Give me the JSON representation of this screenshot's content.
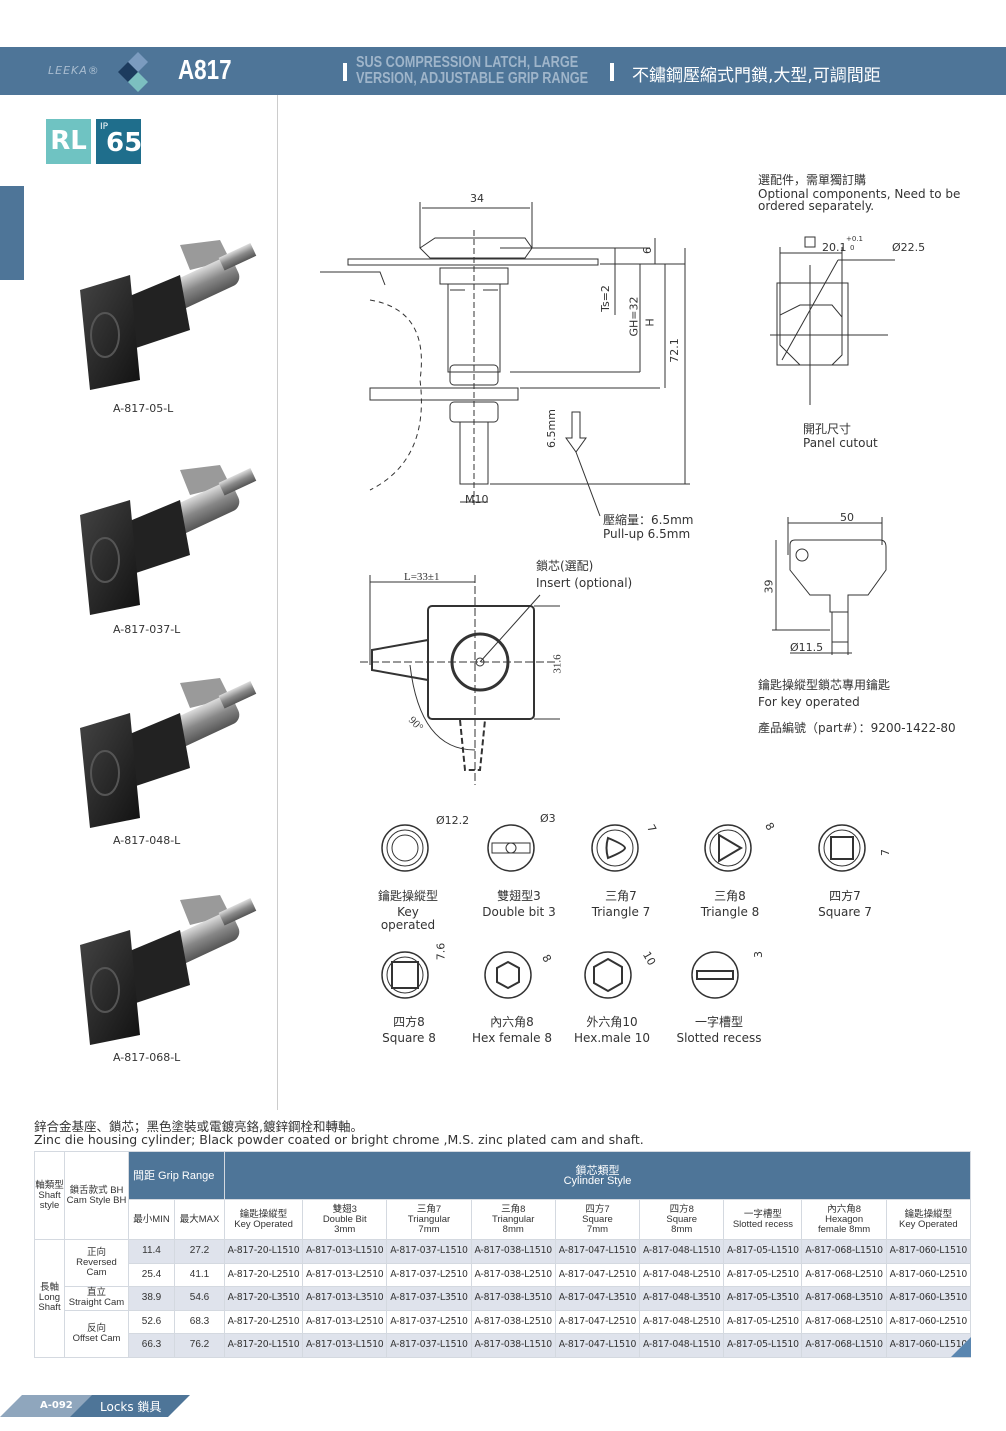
{
  "header": {
    "brand": "LEEKA®",
    "model": "A817",
    "title_en_line1": "SUS COMPRESSION LATCH, LARGE",
    "title_en_line2": "VERSION, ADJUSTABLE GRIP RANGE",
    "title_cn": "不鏽鋼壓縮式門鎖,大型,可調間距"
  },
  "badges": {
    "rl": "RL",
    "ip_prefix": "IP",
    "ip_value": "65"
  },
  "products": [
    {
      "label": "A-817-05-L"
    },
    {
      "label": "A-817-037-L"
    },
    {
      "label": "A-817-048-L"
    },
    {
      "label": "A-817-068-L"
    }
  ],
  "drawing_side": {
    "dim_width": "34",
    "dim_6": "6",
    "dim_ts": "Ts=2",
    "dim_gh": "GH=32",
    "dim_h": "H",
    "dim_total": "72.1",
    "dim_stroke": "6.5mm",
    "dim_thread": "M10",
    "pullup_cn": "壓縮量：6.5mm",
    "pullup_en": "Pull-up 6.5mm"
  },
  "drawing_front": {
    "dim_length": "L=33±1",
    "dim_height": "31.6",
    "angle": "90°",
    "insert_cn": "鎖芯(選配)",
    "insert_en": "Insert (optional)"
  },
  "optional": {
    "note_cn": "選配件，需單獨訂購",
    "note_en1": "Optional components, Need to be",
    "note_en2": "ordered separately.",
    "dim_square": "20.1",
    "tol_upper": "+0.1",
    "tol_lower": "0",
    "dim_diameter": "Ø22.5",
    "cutout_cn": "開孔尺寸",
    "cutout_en": "Panel cutout"
  },
  "key": {
    "dim_width": "50",
    "dim_height": "39",
    "dim_diameter": "Ø11.5",
    "desc_cn": "鑰匙操縱型鎖芯專用鑰匙",
    "desc_en": "For key operated",
    "part_label": "產品編號（part#）：",
    "part_number": "9200-1422-80"
  },
  "inserts": [
    {
      "cn": "鑰匙操縱型",
      "en": "Key operated",
      "dim": "Ø12.2"
    },
    {
      "cn": "雙翅型3",
      "en": "Double bit 3",
      "dim": "Ø3"
    },
    {
      "cn": "三角7",
      "en": "Triangle 7",
      "dim": "7"
    },
    {
      "cn": "三角8",
      "en": "Triangle 8",
      "dim": "8"
    },
    {
      "cn": "四方7",
      "en": "Square 7",
      "dim": "7"
    },
    {
      "cn": "四方8",
      "en": "Square 8",
      "dim": "7.6"
    },
    {
      "cn": "內六角8",
      "en": "Hex female 8",
      "dim": "8"
    },
    {
      "cn": "外六角10",
      "en": "Hex.male 10",
      "dim": "10"
    },
    {
      "cn": "一字槽型",
      "en": "Slotted recess",
      "dim": "3"
    }
  ],
  "material": {
    "cn": "鋅合金基座、鎖芯；黑色塗裝或電鍍亮鉻,鍍鋅鋼栓和轉軸。",
    "en": "Zinc die  housing cylinder; Black powder coated or bright chrome ,M.S. zinc plated cam and shaft."
  },
  "table": {
    "shaft_header_cn": "軸類型",
    "shaft_header_en": "Shaft style",
    "cam_header_cn": "鎖舌款式 BH",
    "cam_header_en": "Cam Style BH",
    "grip_header": "間距 Grip Range",
    "cylinder_header_cn": "鎖芯類型",
    "cylinder_header_en": "Cylinder Style",
    "min_label": "最小MIN",
    "max_label": "最大MAX",
    "columns": [
      {
        "cn": "鑰匙操縱型",
        "en": "Key Operated"
      },
      {
        "cn": "雙翅3",
        "en": "Double Bit",
        "en2": "3mm"
      },
      {
        "cn": "三角7",
        "en": "Triangular",
        "en2": "7mm"
      },
      {
        "cn": "三角8",
        "en": "Triangular",
        "en2": "8mm"
      },
      {
        "cn": "四方7",
        "en": "Square",
        "en2": "7mm"
      },
      {
        "cn": "四方8",
        "en": "Square",
        "en2": "8mm"
      },
      {
        "cn": "一字槽型",
        "en": "Slotted recess"
      },
      {
        "cn": "內六角8",
        "en": "Hexagon",
        "en2": "female 8mm"
      },
      {
        "cn": "鑰匙操縱型",
        "en": "Key Operated"
      }
    ],
    "shaft_cn": "長軸",
    "shaft_en": "Long Shaft",
    "cams": [
      {
        "cn": "正向",
        "en": "Reversed Cam"
      },
      {
        "cn": "直立",
        "en": "Straight Cam"
      },
      {
        "cn": "反向",
        "en": "Offset Cam"
      }
    ],
    "rows": [
      {
        "min": "11.4",
        "max": "27.2",
        "codes": [
          "A-817-20-L1510",
          "A-817-013-L1510",
          "A-817-037-L1510",
          "A-817-038-L1510",
          "A-817-047-L1510",
          "A-817-048-L1510",
          "A-817-05-L1510",
          "A-817-068-L1510",
          "A-817-060-L1510"
        ]
      },
      {
        "min": "25.4",
        "max": "41.1",
        "codes": [
          "A-817-20-L2510",
          "A-817-013-L2510",
          "A-817-037-L2510",
          "A-817-038-L2510",
          "A-817-047-L2510",
          "A-817-048-L2510",
          "A-817-05-L2510",
          "A-817-068-L2510",
          "A-817-060-L2510"
        ]
      },
      {
        "min": "38.9",
        "max": "54.6",
        "codes": [
          "A-817-20-L3510",
          "A-817-013-L3510",
          "A-817-037-L3510",
          "A-817-038-L3510",
          "A-817-047-L3510",
          "A-817-048-L3510",
          "A-817-05-L3510",
          "A-817-068-L3510",
          "A-817-060-L3510"
        ]
      },
      {
        "min": "52.6",
        "max": "68.3",
        "codes": [
          "A-817-20-L2510",
          "A-817-013-L2510",
          "A-817-037-L2510",
          "A-817-038-L2510",
          "A-817-047-L2510",
          "A-817-048-L2510",
          "A-817-05-L2510",
          "A-817-068-L2510",
          "A-817-060-L2510"
        ]
      },
      {
        "min": "66.3",
        "max": "76.2",
        "codes": [
          "A-817-20-L1510",
          "A-817-013-L1510",
          "A-817-037-L1510",
          "A-817-038-L1510",
          "A-817-047-L1510",
          "A-817-048-L1510",
          "A-817-05-L1510",
          "A-817-068-L1510",
          "A-817-060-L1510"
        ]
      }
    ]
  },
  "footer": {
    "page": "A-092",
    "section": "Locks 鎖具"
  },
  "colors": {
    "primary": "#4e7598",
    "teal": "#6fc3c2",
    "ip_blue": "#1f6e8c",
    "row_shade": "#dfe3ec"
  }
}
